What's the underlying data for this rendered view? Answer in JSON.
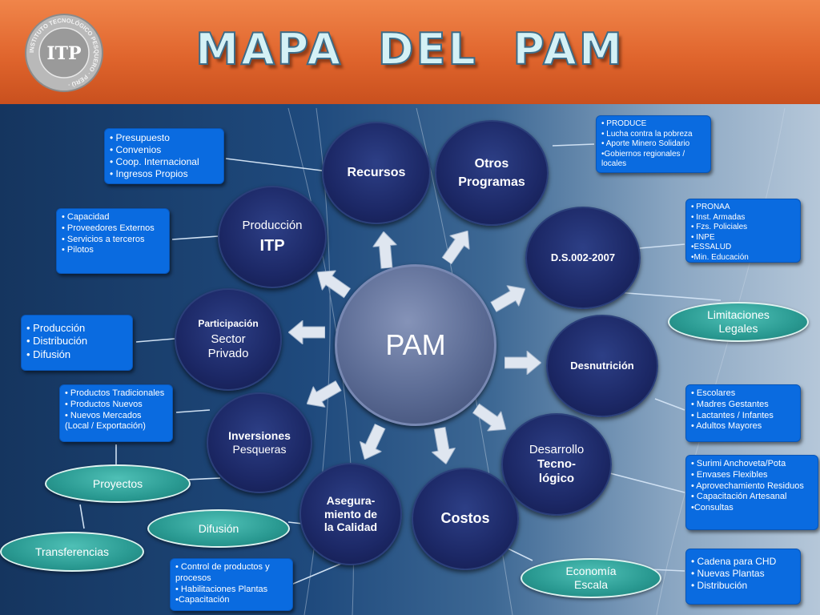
{
  "title": "MAPA  DEL  PAM",
  "logo": {
    "text": "ITP",
    "ring_text": "INSTITUTO TECNOLÓGICO PESQUERO · PERÚ ·"
  },
  "center": {
    "label": "PAM"
  },
  "nodes": {
    "recursos": {
      "line1": "Recursos"
    },
    "otros_programas": {
      "line1": "Otros",
      "line2": "Programas"
    },
    "produccion_itp": {
      "line1": "Producción",
      "line2": "ITP"
    },
    "ds": {
      "line1": "D.S.002-2007"
    },
    "participacion": {
      "line1": "Participación",
      "line2": "Sector",
      "line3": "Privado"
    },
    "desnutricion": {
      "line1": "Desnutrición"
    },
    "inversiones": {
      "line1": "Inversiones",
      "line2": "Pesqueras"
    },
    "desarrollo": {
      "line1": "Desarrollo",
      "line2": "Tecno-",
      "line3": "lógico"
    },
    "aseguramiento": {
      "line1": "Asegura-",
      "line2": "miento de",
      "line3": "la Calidad"
    },
    "costos": {
      "line1": "Costos"
    }
  },
  "boxes": {
    "presupuesto": [
      "• Presupuesto",
      "• Convenios",
      "• Coop. Internacional",
      "• Ingresos Propios"
    ],
    "capacidad": [
      "• Capacidad",
      "• Proveedores Externos",
      "• Servicios a terceros",
      "• Pilotos"
    ],
    "produccion": [
      "• Producción",
      "• Distribución",
      "• Difusión"
    ],
    "productos": [
      "• Productos Tradicionales",
      "• Productos Nuevos",
      "• Nuevos Mercados (Local / Exportación)"
    ],
    "control": [
      "• Control de productos y procesos",
      "• Habilitaciones Plantas",
      "•Capacitación"
    ],
    "produce": [
      "• PRODUCE",
      "• Lucha contra la pobreza",
      "• Aporte Minero Solidario",
      "•Gobiernos regionales / locales"
    ],
    "pronaa": [
      "• PRONAA",
      "• Inst. Armadas",
      "• Fzs. Policiales",
      "• INPE",
      "•ESSALUD",
      "•Min. Educación"
    ],
    "escolares": [
      "• Escolares",
      "• Madres Gestantes",
      "• Lactantes / Infantes",
      "• Adultos Mayores"
    ],
    "surimi": [
      "• Surimi Anchoveta/Pota",
      "• Envases Flexibles",
      "• Aprovechamiento Residuos",
      "• Capacitación Artesanal",
      "•Consultas"
    ],
    "cadena": [
      "• Cadena para CHD",
      "• Nuevas Plantas",
      "• Distribución"
    ]
  },
  "pills": {
    "limitaciones": {
      "line1": "Limitaciones",
      "line2": "Legales"
    },
    "proyectos": {
      "line1": "Proyectos"
    },
    "difusion": {
      "line1": "Difusión"
    },
    "transferencias": {
      "line1": "Transferencias"
    },
    "economia": {
      "line1": "Economía",
      "line2": "Escala"
    }
  },
  "colors": {
    "header": "#e0652d",
    "node_fill": "#1c2866",
    "center_fill": "#5b6b94",
    "box_fill": "#0a6be0",
    "pill_fill": "#2a9a92",
    "title_fill": "#d4f1f6",
    "arrow_fill": "#dfe6f0"
  },
  "icons": {
    "arrows": "block-arrow-icon",
    "logo": "itp-seal-logo"
  }
}
